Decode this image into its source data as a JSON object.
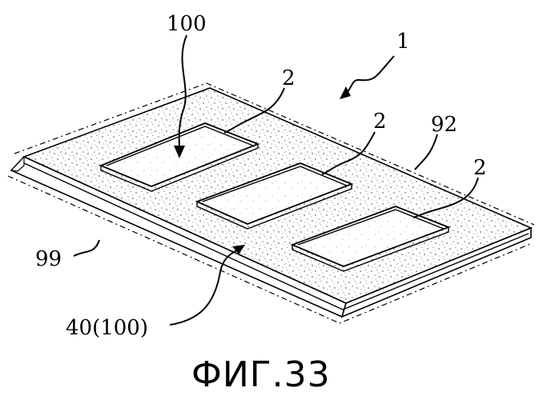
{
  "figure": {
    "caption": "ФИГ.33",
    "labels": {
      "assembly": "1",
      "upper_region": "100",
      "pad_left": "2",
      "pad_center": "2",
      "pad_right": "2",
      "top_edge": "92",
      "bottom_edge": "99",
      "base_layer": "40(100)"
    }
  }
}
